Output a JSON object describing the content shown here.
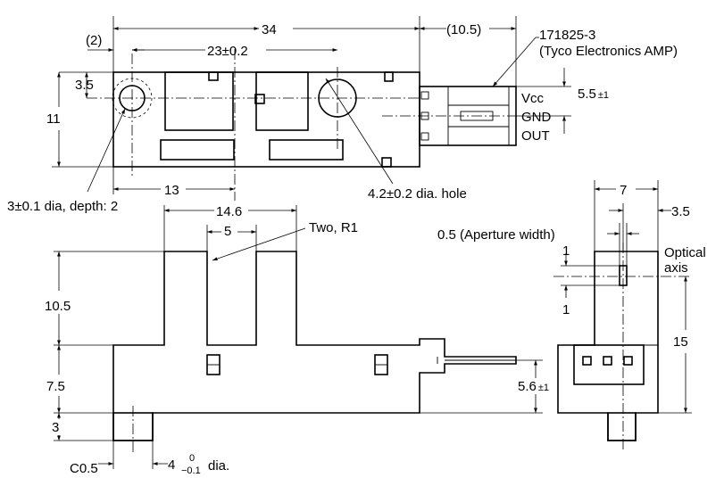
{
  "top_view": {
    "dim_overall": "34",
    "dim_connector": "(10.5)",
    "dim_offset": "(2)",
    "dim_holes": "23±0.2",
    "dim_hole_y": "3.5",
    "dim_height": "11",
    "dim_13": "13",
    "dim_55": "5.5",
    "tol_55": "±1",
    "part_number": "171825-3",
    "part_maker": "(Tyco Electronics AMP)",
    "pin_vcc": "Vcc",
    "pin_gnd": "GND",
    "pin_out": "OUT",
    "note_small_hole": "3±0.1 dia, depth: 2",
    "note_large_hole": "4.2±0.2 dia. hole"
  },
  "front_view": {
    "dim_146": "14.6",
    "dim_5": "5",
    "note_radius": "Two, R1",
    "dim_105": "10.5",
    "dim_75": "7.5",
    "dim_3": "3",
    "dim_56": "5.6",
    "tol_56": "±1",
    "chamfer": "C0.5",
    "pin_dia_value": "4",
    "pin_dia_tol_upper": "0",
    "pin_dia_tol_lower": "−0.1",
    "pin_dia_suffix": "dia."
  },
  "side_view": {
    "dim_7": "7",
    "dim_35": "3.5",
    "aperture_note": "0.5 (Aperture width)",
    "optical_axis_line1": "Optical",
    "optical_axis_line2": "axis",
    "dim_1_upper": "1",
    "dim_1_lower": "1",
    "dim_15": "15"
  }
}
